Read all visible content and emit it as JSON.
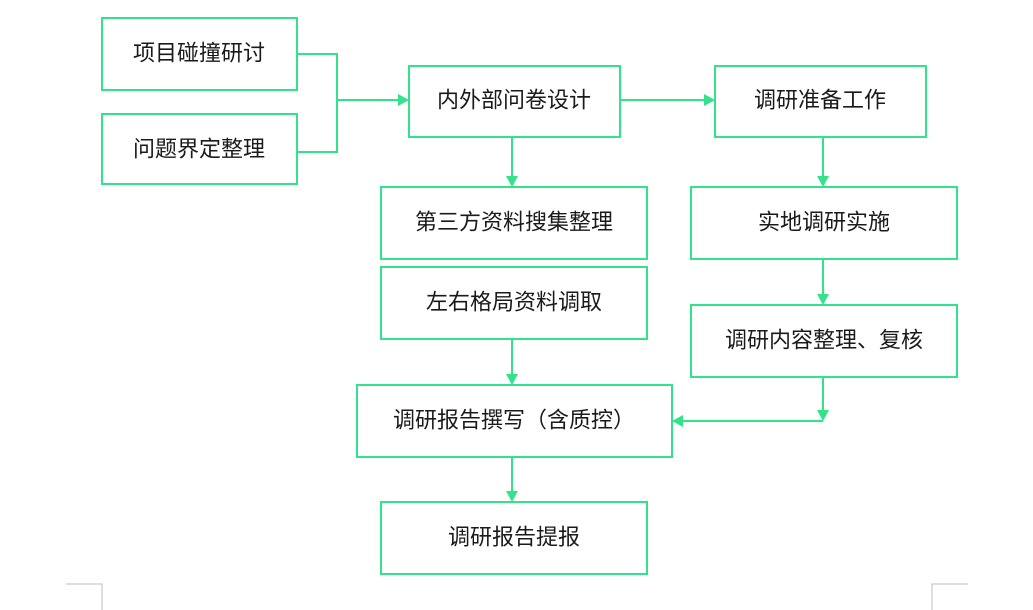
{
  "flowchart": {
    "nodes": {
      "project_discussion": "项目碰撞研讨",
      "problem_definition": "问题界定整理",
      "questionnaire_design": "内外部问卷设计",
      "research_preparation": "调研准备工作",
      "third_party_data": "第三方资料搜集整理",
      "field_research": "实地调研实施",
      "zuoyou_data": "左右格局资料调取",
      "content_review": "调研内容整理、复核",
      "report_writing": "调研报告撰写（含质控）",
      "report_submission": "调研报告提报"
    },
    "edges": [
      [
        "project_discussion",
        "questionnaire_design"
      ],
      [
        "problem_definition",
        "questionnaire_design"
      ],
      [
        "questionnaire_design",
        "research_preparation"
      ],
      [
        "questionnaire_design",
        "third_party_data"
      ],
      [
        "research_preparation",
        "field_research"
      ],
      [
        "field_research",
        "content_review"
      ],
      [
        "zuoyou_data",
        "report_writing"
      ],
      [
        "content_review",
        "report_writing"
      ],
      [
        "report_writing",
        "report_submission"
      ]
    ],
    "colors": {
      "box_border": "#33e38c",
      "arrow": "#33e38c",
      "text": "#1a1a1a"
    }
  }
}
